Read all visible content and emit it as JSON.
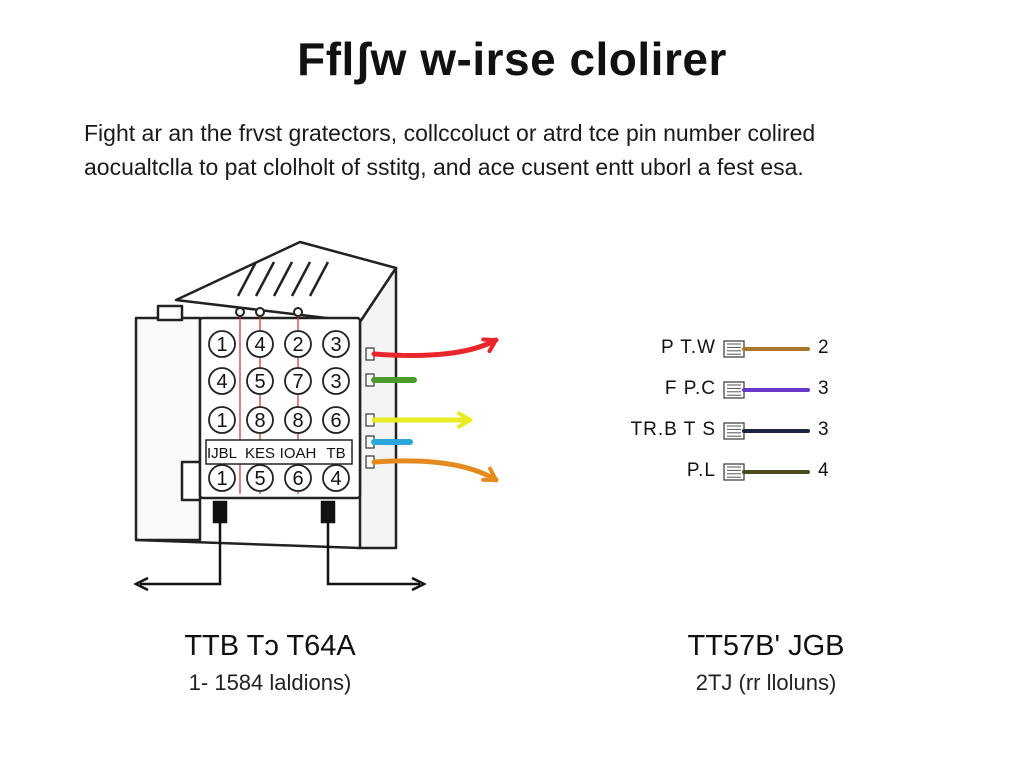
{
  "title": "Fflʃw w-irse clolirer",
  "description": [
    "Fight ar an the frvst gratectors, collccoluct or atrd tce pin number colired",
    "aocualtclla to pat clolholt of sstitg, and ace cusent entt uborl a fest esa."
  ],
  "jack": {
    "pin_rows": [
      [
        "1",
        "4",
        "2",
        "3"
      ],
      [
        "4",
        "5",
        "7",
        "3"
      ],
      [
        "1",
        "8",
        "8",
        "6"
      ],
      [
        "1",
        "5",
        "6",
        "4"
      ]
    ],
    "strip_labels": [
      "IJBL",
      "KES",
      "IOAH",
      "TB"
    ]
  },
  "jack_wires": [
    {
      "color": "#e8262b",
      "icon": "arrow-icon"
    },
    {
      "color": "#4c9a2a",
      "icon": "stub"
    },
    {
      "color": "#e9ec22",
      "icon": "arrow-icon"
    },
    {
      "color": "#2aa6d9",
      "icon": "stub"
    },
    {
      "color": "#e58a1f",
      "icon": "arrow-icon"
    }
  ],
  "wires": [
    {
      "label": "P T.W",
      "number": "2",
      "color": "#a9752c"
    },
    {
      "label": "F P.C",
      "number": "3",
      "color": "#6a38c8"
    },
    {
      "label": "TR.B T S",
      "number": "3",
      "color": "#1d2340"
    },
    {
      "label": "P.L",
      "number": "4",
      "color": "#4d4a1e"
    }
  ],
  "captions": {
    "left_main": "TTB Tɔ T64A",
    "left_sub": "1- 1584 laldions)",
    "right_main": "TT57B' JGB",
    "right_sub": "2TJ (rr lloluns)"
  }
}
